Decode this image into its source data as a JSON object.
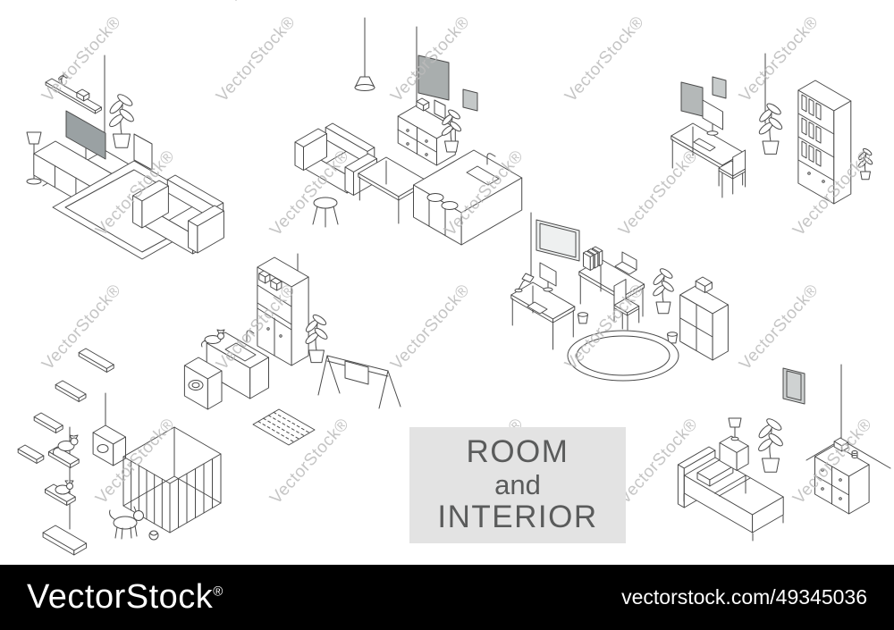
{
  "watermark": {
    "text": "VectorStock®"
  },
  "title_panel": {
    "line1": "ROOM",
    "line2": "and",
    "line3": "INTERIOR",
    "bg": "#e3e3e3",
    "text_color": "#5a5b5b"
  },
  "footer": {
    "brand": "VectorStock",
    "reg": "®",
    "url": "vectorstock.com/49345036",
    "bg": "#000000",
    "text_color": "#ffffff"
  },
  "illustration": {
    "line_color": "#4a4a4a",
    "tv_screen_color": "#9aa1a3",
    "frame_fill": "#a9aeae",
    "scenes": [
      {
        "name": "living-room-scene",
        "items": [
          "wall-shelf",
          "floor-lamp",
          "plant",
          "tv-stand",
          "tv",
          "leaning-frame",
          "rug",
          "sofa"
        ]
      },
      {
        "name": "lounge-dining-scene",
        "items": [
          "pendant-lamp",
          "wall-frame",
          "wall-frame-small",
          "loveseat-sofa",
          "stool",
          "coffee-table",
          "sideboard",
          "plant",
          "kitchen-island"
        ]
      },
      {
        "name": "home-office-scene",
        "items": [
          "wall-frame",
          "wall-frame-small",
          "computer-desk",
          "desktop-monitor",
          "keyboard",
          "desk-chair",
          "plant",
          "bookshelf",
          "small-plant"
        ]
      },
      {
        "name": "office-scene",
        "items": [
          "whiteboard",
          "desk-1",
          "monitor",
          "desk-lamp",
          "papers",
          "trash-bin",
          "desk-2",
          "desk-books",
          "laptop",
          "office-chair",
          "plant",
          "storage-cubes",
          "trash-bin-2",
          "oval-rug"
        ]
      },
      {
        "name": "kitchen-laundry-scene",
        "items": [
          "tall-cabinet",
          "sink-counter",
          "cat-sleeping",
          "washing-machine",
          "plant",
          "drying-rack",
          "striped-mat"
        ]
      },
      {
        "name": "pet-corner-scene",
        "items": [
          "cat-wall-steps",
          "cat-tree",
          "cat-on-tree",
          "cat-on-base",
          "pet-house",
          "playpen",
          "dog",
          "ball"
        ]
      },
      {
        "name": "bedroom-scene",
        "items": [
          "wall-frame",
          "bed",
          "nightstand",
          "table-lamp",
          "plant",
          "dresser"
        ]
      }
    ]
  }
}
